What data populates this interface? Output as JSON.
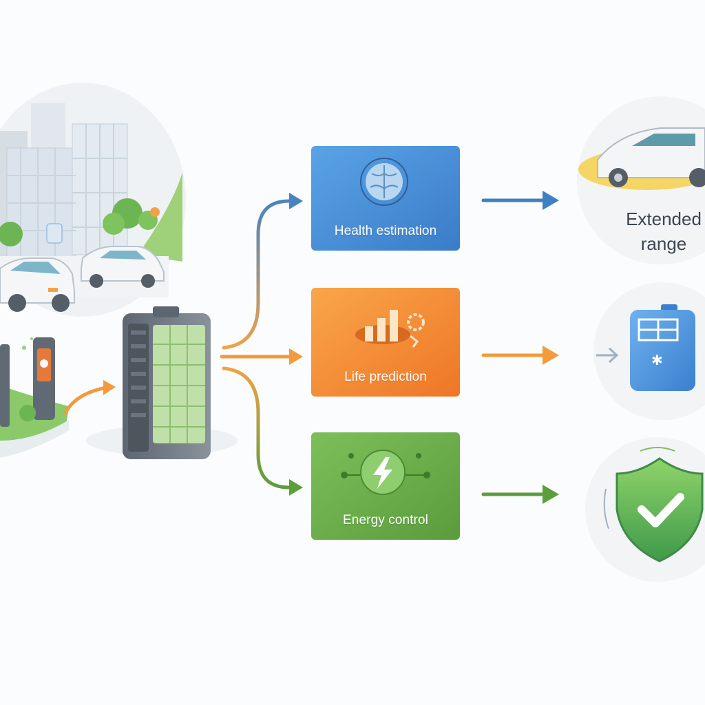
{
  "steps": [
    {
      "label": "Health estimation",
      "icon": "brain-icon",
      "color": "#4a8fd6"
    },
    {
      "label": "Life prediction",
      "icon": "growth-chart-icon",
      "color": "#f28a2e"
    },
    {
      "label": "Energy control",
      "icon": "lightning-icon",
      "color": "#6ab04c"
    }
  ],
  "outcomes": [
    {
      "label_line1": "Extended",
      "label_line2": "range",
      "icon": "car-icon"
    },
    {
      "label": "",
      "icon": "battery-cooling-icon"
    },
    {
      "label": "",
      "icon": "shield-check-icon"
    }
  ],
  "source": {
    "icons": [
      "city-icon",
      "charging-station-icon",
      "battery-pack-icon"
    ]
  },
  "colors": {
    "blue": "#3f7fc4",
    "orange": "#f39a3c",
    "green": "#5c9e3a",
    "background": "#fbfcfd"
  }
}
